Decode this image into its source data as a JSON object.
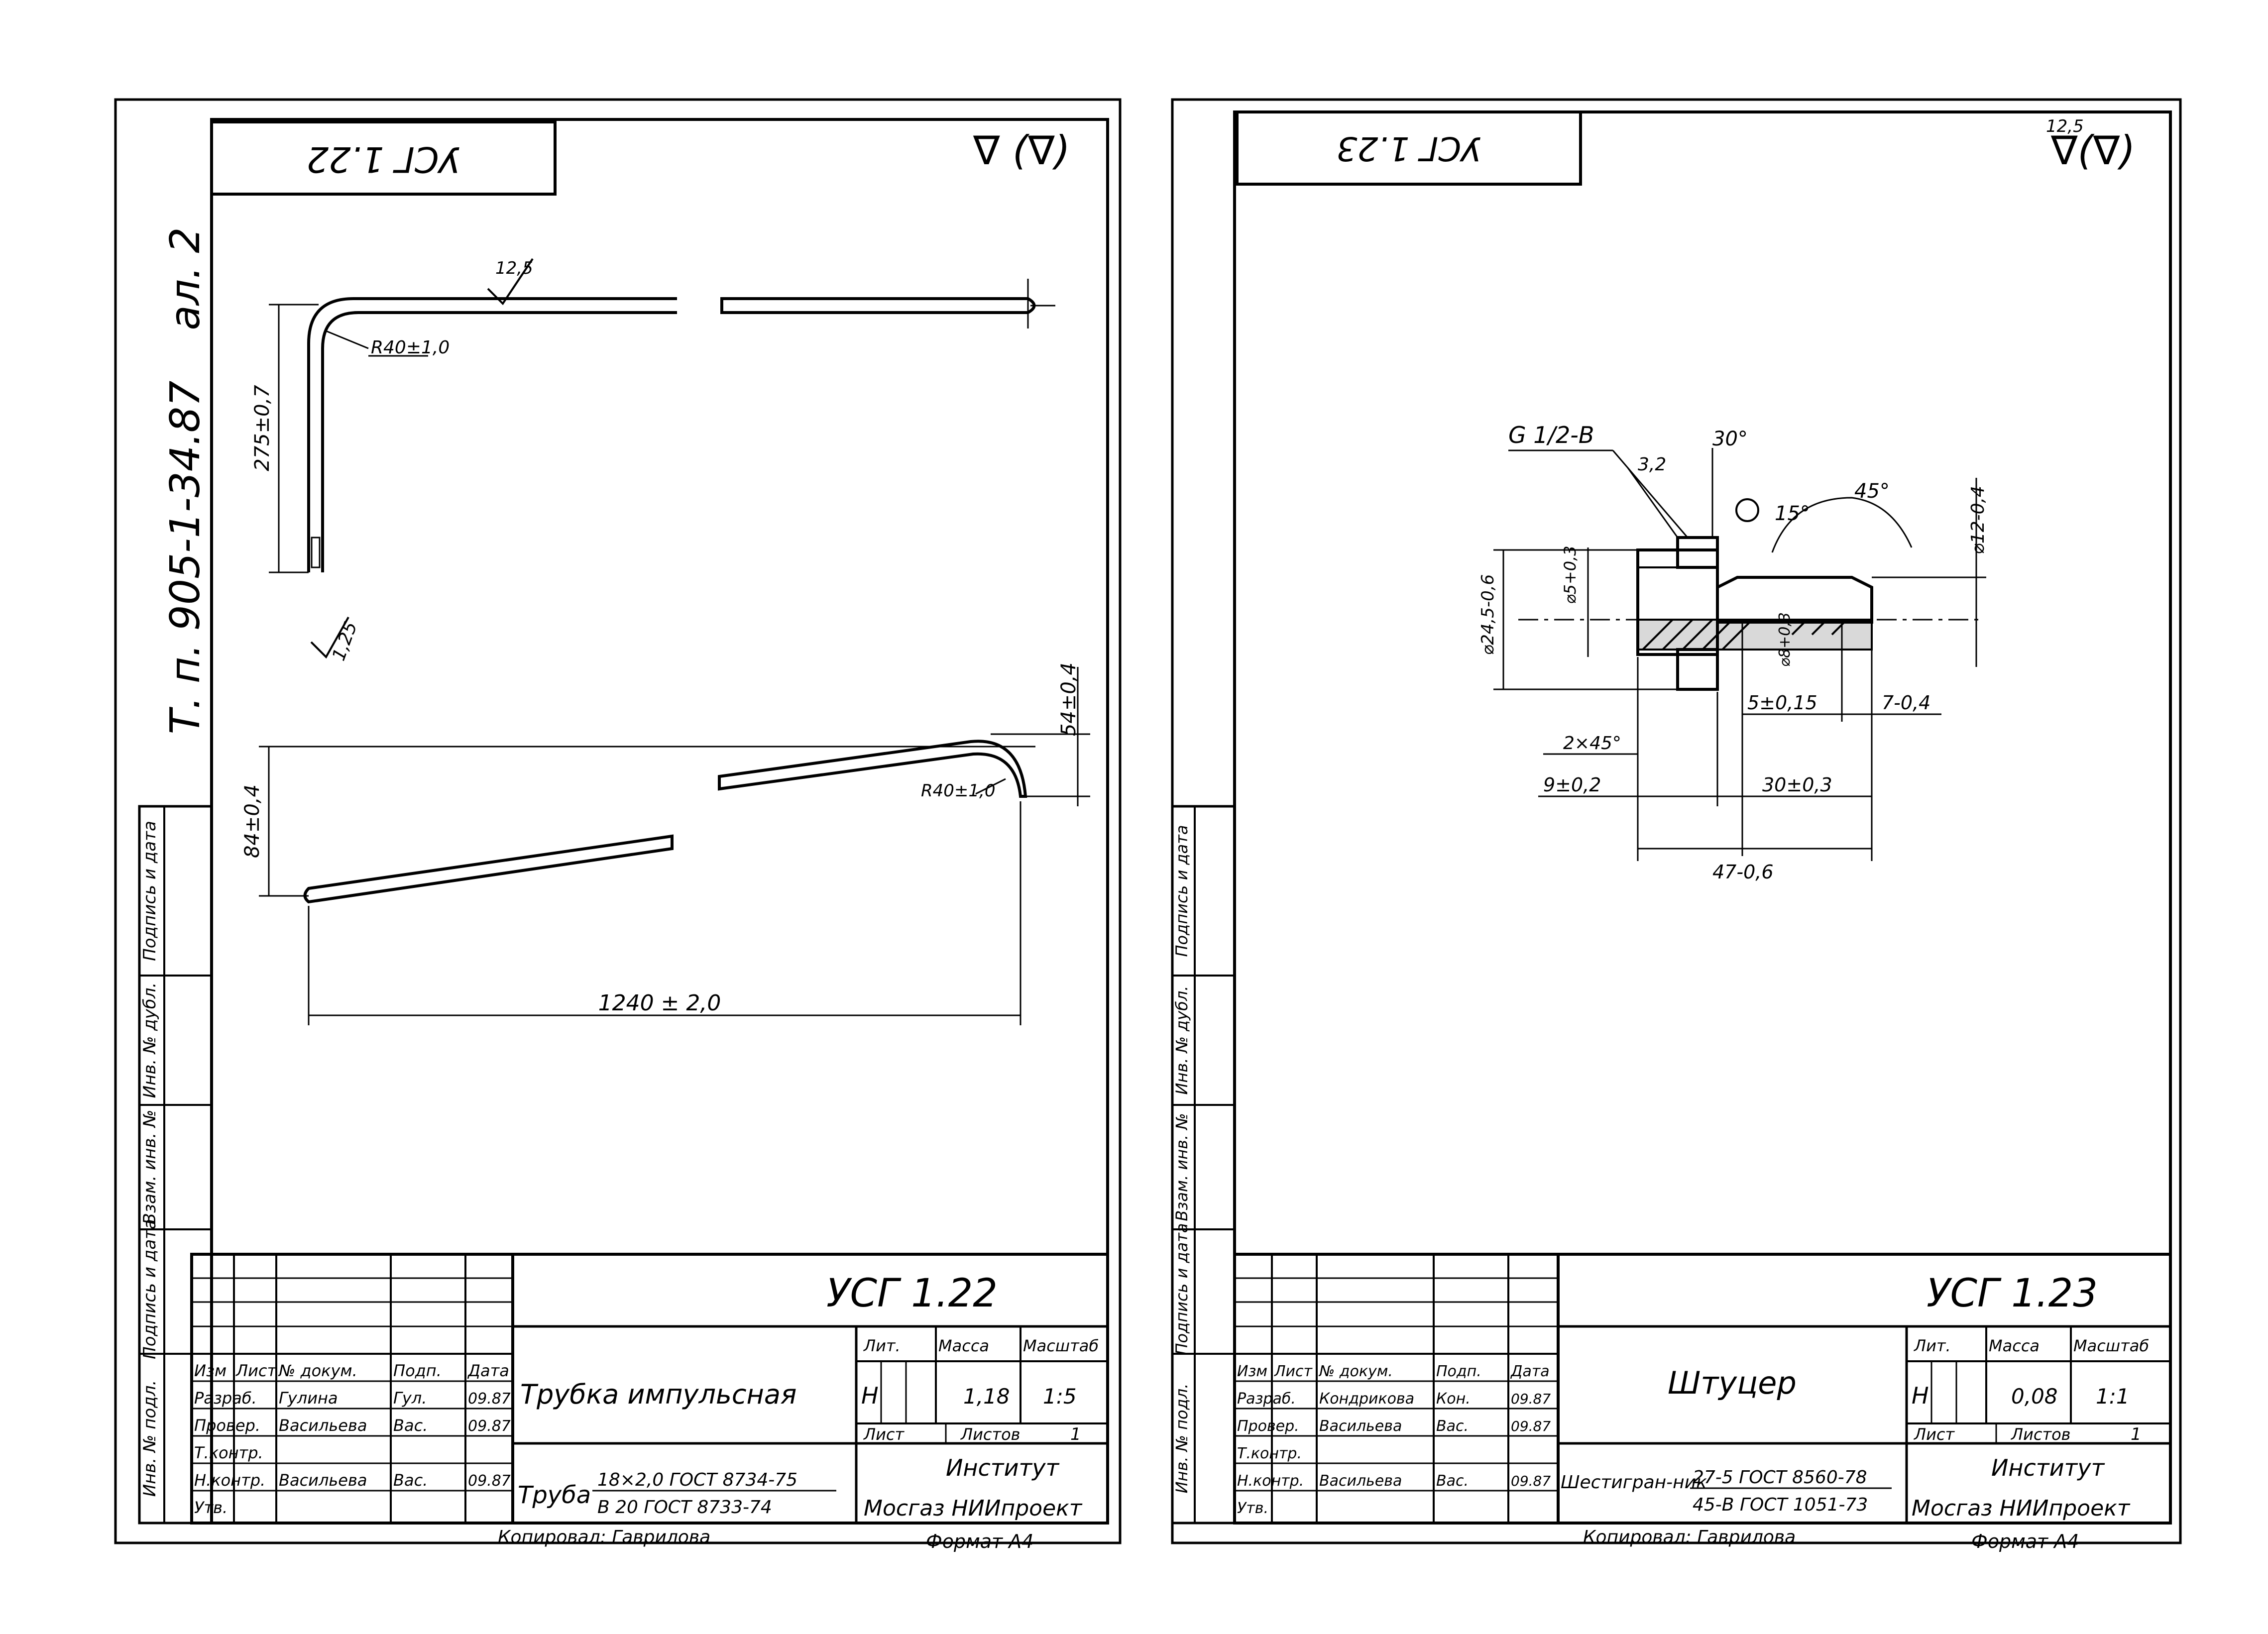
{
  "sheet_left": {
    "corner_code": "УСГ 1.22",
    "sheet_id": "Т. п. 905-1-34.87",
    "album": "ал. 2",
    "roughness_top": "∇ (∇)",
    "roughness_note": "12,5",
    "roughness_bend": "1,25",
    "dim_vertical_top": "275±0,7",
    "dim_radius_top": "R40±1,0",
    "dim_vertical_left": "84±0,4",
    "dim_vertical_right": "54±0,4",
    "dim_radius_bottom": "R40±1,0",
    "dim_length": "1240 ± 2,0",
    "side_labels": [
      "Инв. № подл.",
      "Подпись и дата",
      "Взам. инв. №",
      "Инв. № дубл.",
      "Подпись и дата"
    ],
    "title_block": {
      "code": "УСГ 1.22",
      "name": "Трубка импульсная",
      "headers": [
        "Изм",
        "Лист",
        "№ докум.",
        "Подп.",
        "Дата"
      ],
      "rows": [
        {
          "role": "Разраб.",
          "name": "Гулина",
          "sign": "Гул.",
          "date": "09.87"
        },
        {
          "role": "Провер.",
          "name": "Васильева",
          "sign": "Вас.",
          "date": "09.87"
        },
        {
          "role": "Т.контр.",
          "name": "",
          "sign": "",
          "date": ""
        },
        {
          "role": "Н.контр.",
          "name": "Васильева",
          "sign": "Вас.",
          "date": "09.87"
        },
        {
          "role": "Утв.",
          "name": "",
          "sign": "",
          "date": ""
        }
      ],
      "lit_label": "Лит.",
      "mass_label": "Масса",
      "scale_label": "Масштаб",
      "lit": "Н",
      "mass": "1,18",
      "scale": "1:5",
      "sheet_label": "Лист",
      "sheets_label": "Листов",
      "sheets": "1",
      "material_prefix": "Труба",
      "material_line1": "18×2,0 ГОСТ 8734-75",
      "material_line2": "В 20 ГОСТ 8733-74",
      "institute": "Институт",
      "org": "Мосгаз НИИпроект",
      "copied": "Копировал: Гаврилова",
      "format": "Формат А4"
    }
  },
  "sheet_right": {
    "corner_code": "УСГ 1.23",
    "roughness_top": "∇(∇)",
    "roughness_note": "12,5",
    "thread_label": "G 1/2-B",
    "roughness_small": "3,2",
    "angle_chamfer": "30°",
    "angle_15": "15°",
    "angle_45": "45°",
    "dim_d12": "⌀12-0,4",
    "dim_d245": "⌀24,5-0,6",
    "dim_d5": "⌀5+0,3",
    "dim_d8": "⌀8+0,3",
    "dim_5": "5±0,15",
    "dim_7": "7-0,4",
    "dim_chamfer": "2×45°",
    "dim_9": "9±0,2",
    "dim_30": "30±0,3",
    "dim_47": "47-0,6",
    "side_labels": [
      "Инв. № подл.",
      "Подпись и дата",
      "Взам. инв. №",
      "Инв. № дубл.",
      "Подпись и дата"
    ],
    "title_block": {
      "code": "УСГ 1.23",
      "name": "Штуцер",
      "headers": [
        "Изм",
        "Лист",
        "№ докум.",
        "Подп.",
        "Дата"
      ],
      "rows": [
        {
          "role": "Разраб.",
          "name": "Кондрикова",
          "sign": "Кон.",
          "date": "09.87"
        },
        {
          "role": "Провер.",
          "name": "Васильева",
          "sign": "Вас.",
          "date": "09.87"
        },
        {
          "role": "Т.контр.",
          "name": "",
          "sign": "",
          "date": ""
        },
        {
          "role": "Н.контр.",
          "name": "Васильева",
          "sign": "Вас.",
          "date": "09.87"
        },
        {
          "role": "Утв.",
          "name": "",
          "sign": "",
          "date": ""
        }
      ],
      "lit_label": "Лит.",
      "mass_label": "Масса",
      "scale_label": "Масштаб",
      "lit": "Н",
      "mass": "0,08",
      "scale": "1:1",
      "sheet_label": "Лист",
      "sheets_label": "Листов",
      "sheets": "1",
      "material_prefix": "Шестигран-ник",
      "material_line1": "27-5 ГОСТ 8560-78",
      "material_line2": "45-В ГОСТ 1051-73",
      "institute": "Институт",
      "org": "Мосгаз НИИпроект",
      "copied": "Копировал: Гаврилова",
      "format": "Формат А4"
    }
  }
}
